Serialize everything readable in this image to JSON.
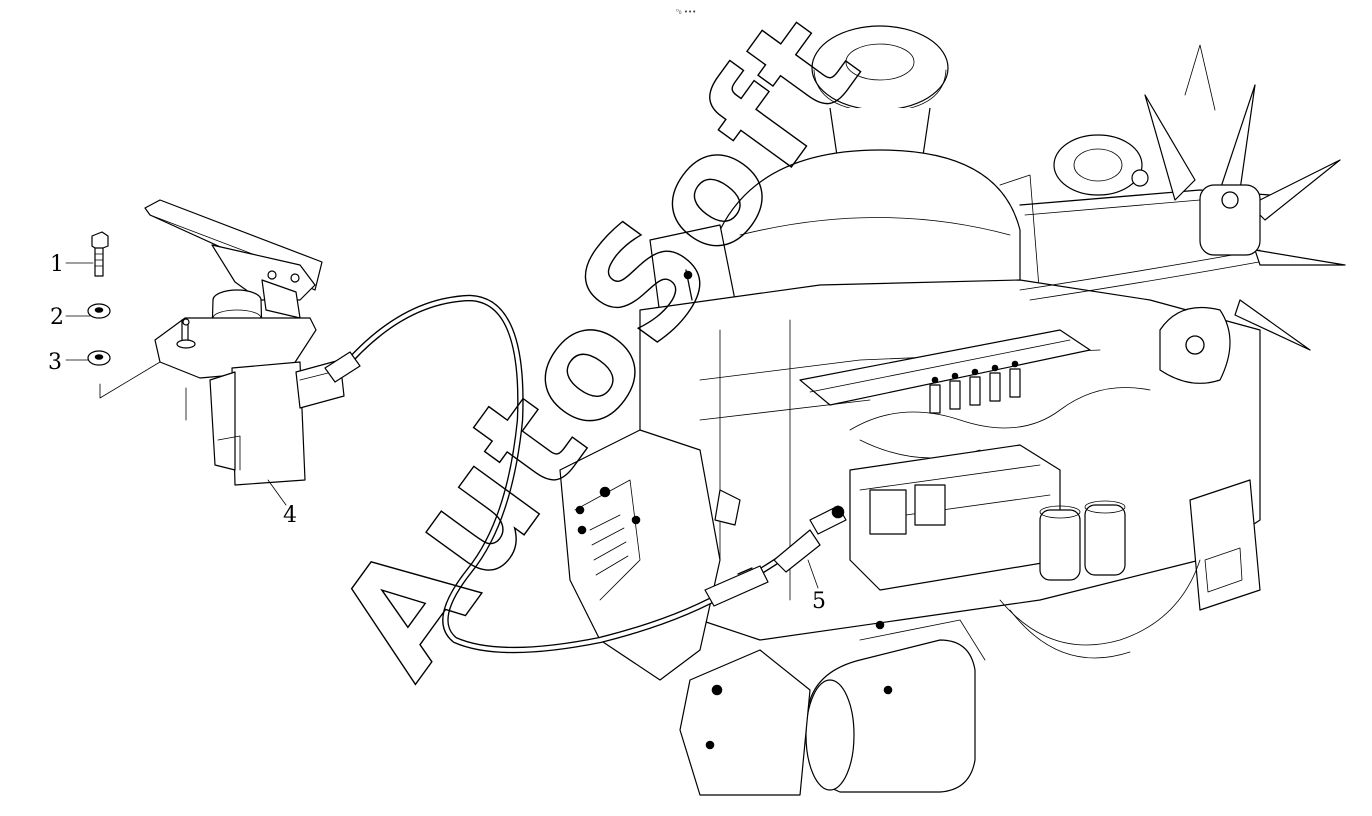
{
  "header_mark": "⁰₀ •••",
  "watermark": "AutoSoft",
  "callouts": [
    {
      "id": "1",
      "label": "1"
    },
    {
      "id": "2",
      "label": "2"
    },
    {
      "id": "3",
      "label": "3"
    },
    {
      "id": "4",
      "label": "4"
    },
    {
      "id": "5",
      "label": "5"
    }
  ],
  "icons": {
    "pedal": "accelerator-pedal-assembly-icon",
    "bolt": "bolt-icon",
    "washer": "washer-icon",
    "cable": "throttle-cable-icon",
    "engine": "diesel-engine-icon"
  },
  "colors": {
    "line": "#000000",
    "background": "#ffffff"
  }
}
